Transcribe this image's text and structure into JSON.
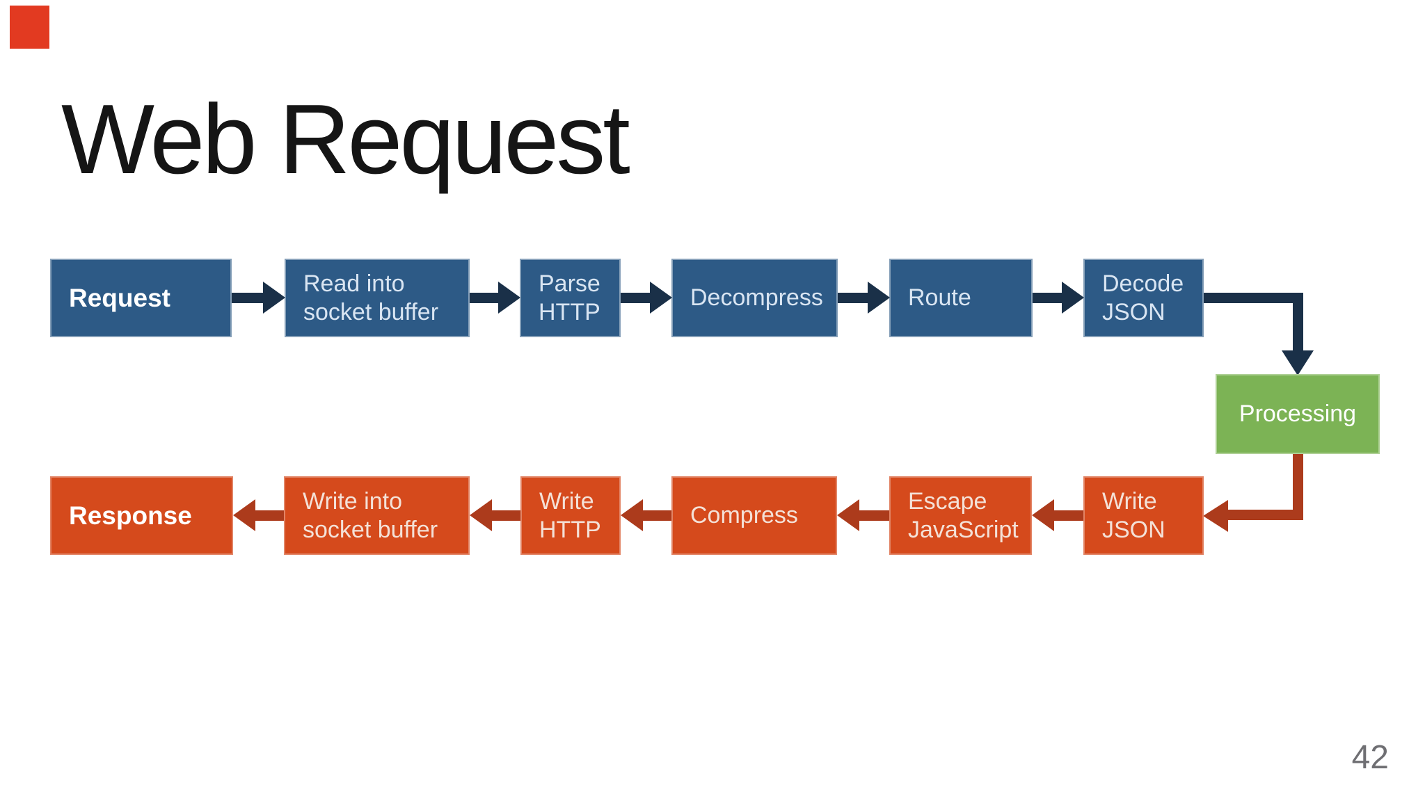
{
  "slide": {
    "title": "Web Request",
    "page_number": "42"
  },
  "nodes": {
    "request": {
      "lines": [
        "Request"
      ]
    },
    "read_into": {
      "lines": [
        "Read into",
        "socket buffer"
      ]
    },
    "parse_http": {
      "lines": [
        "Parse",
        "HTTP"
      ]
    },
    "decompress": {
      "lines": [
        "Decompress"
      ]
    },
    "route": {
      "lines": [
        "Route"
      ]
    },
    "decode_json": {
      "lines": [
        "Decode",
        "JSON"
      ]
    },
    "processing": {
      "lines": [
        "Processing"
      ]
    },
    "response": {
      "lines": [
        "Response"
      ]
    },
    "write_into": {
      "lines": [
        "Write into",
        "socket buffer"
      ]
    },
    "write_http": {
      "lines": [
        "Write",
        "HTTP"
      ]
    },
    "compress": {
      "lines": [
        "Compress"
      ]
    },
    "escape_js": {
      "lines": [
        "Escape",
        "JavaScript"
      ]
    },
    "write_json": {
      "lines": [
        "Write",
        "JSON"
      ]
    }
  },
  "colors": {
    "blue_box": "#2d5a86",
    "blue_box_text": "#d9e5f2",
    "orange_box": "#d54a1c",
    "orange_box_text": "#f4e1d7",
    "green_box": "#7cb355",
    "navy_arrow": "#1a3048",
    "red_arrow": "#ac3b1c",
    "white_text": "#ffffff",
    "title_text": "#151515",
    "page_number_text": "#6f6f73",
    "corner_marker": "#e23a21"
  }
}
